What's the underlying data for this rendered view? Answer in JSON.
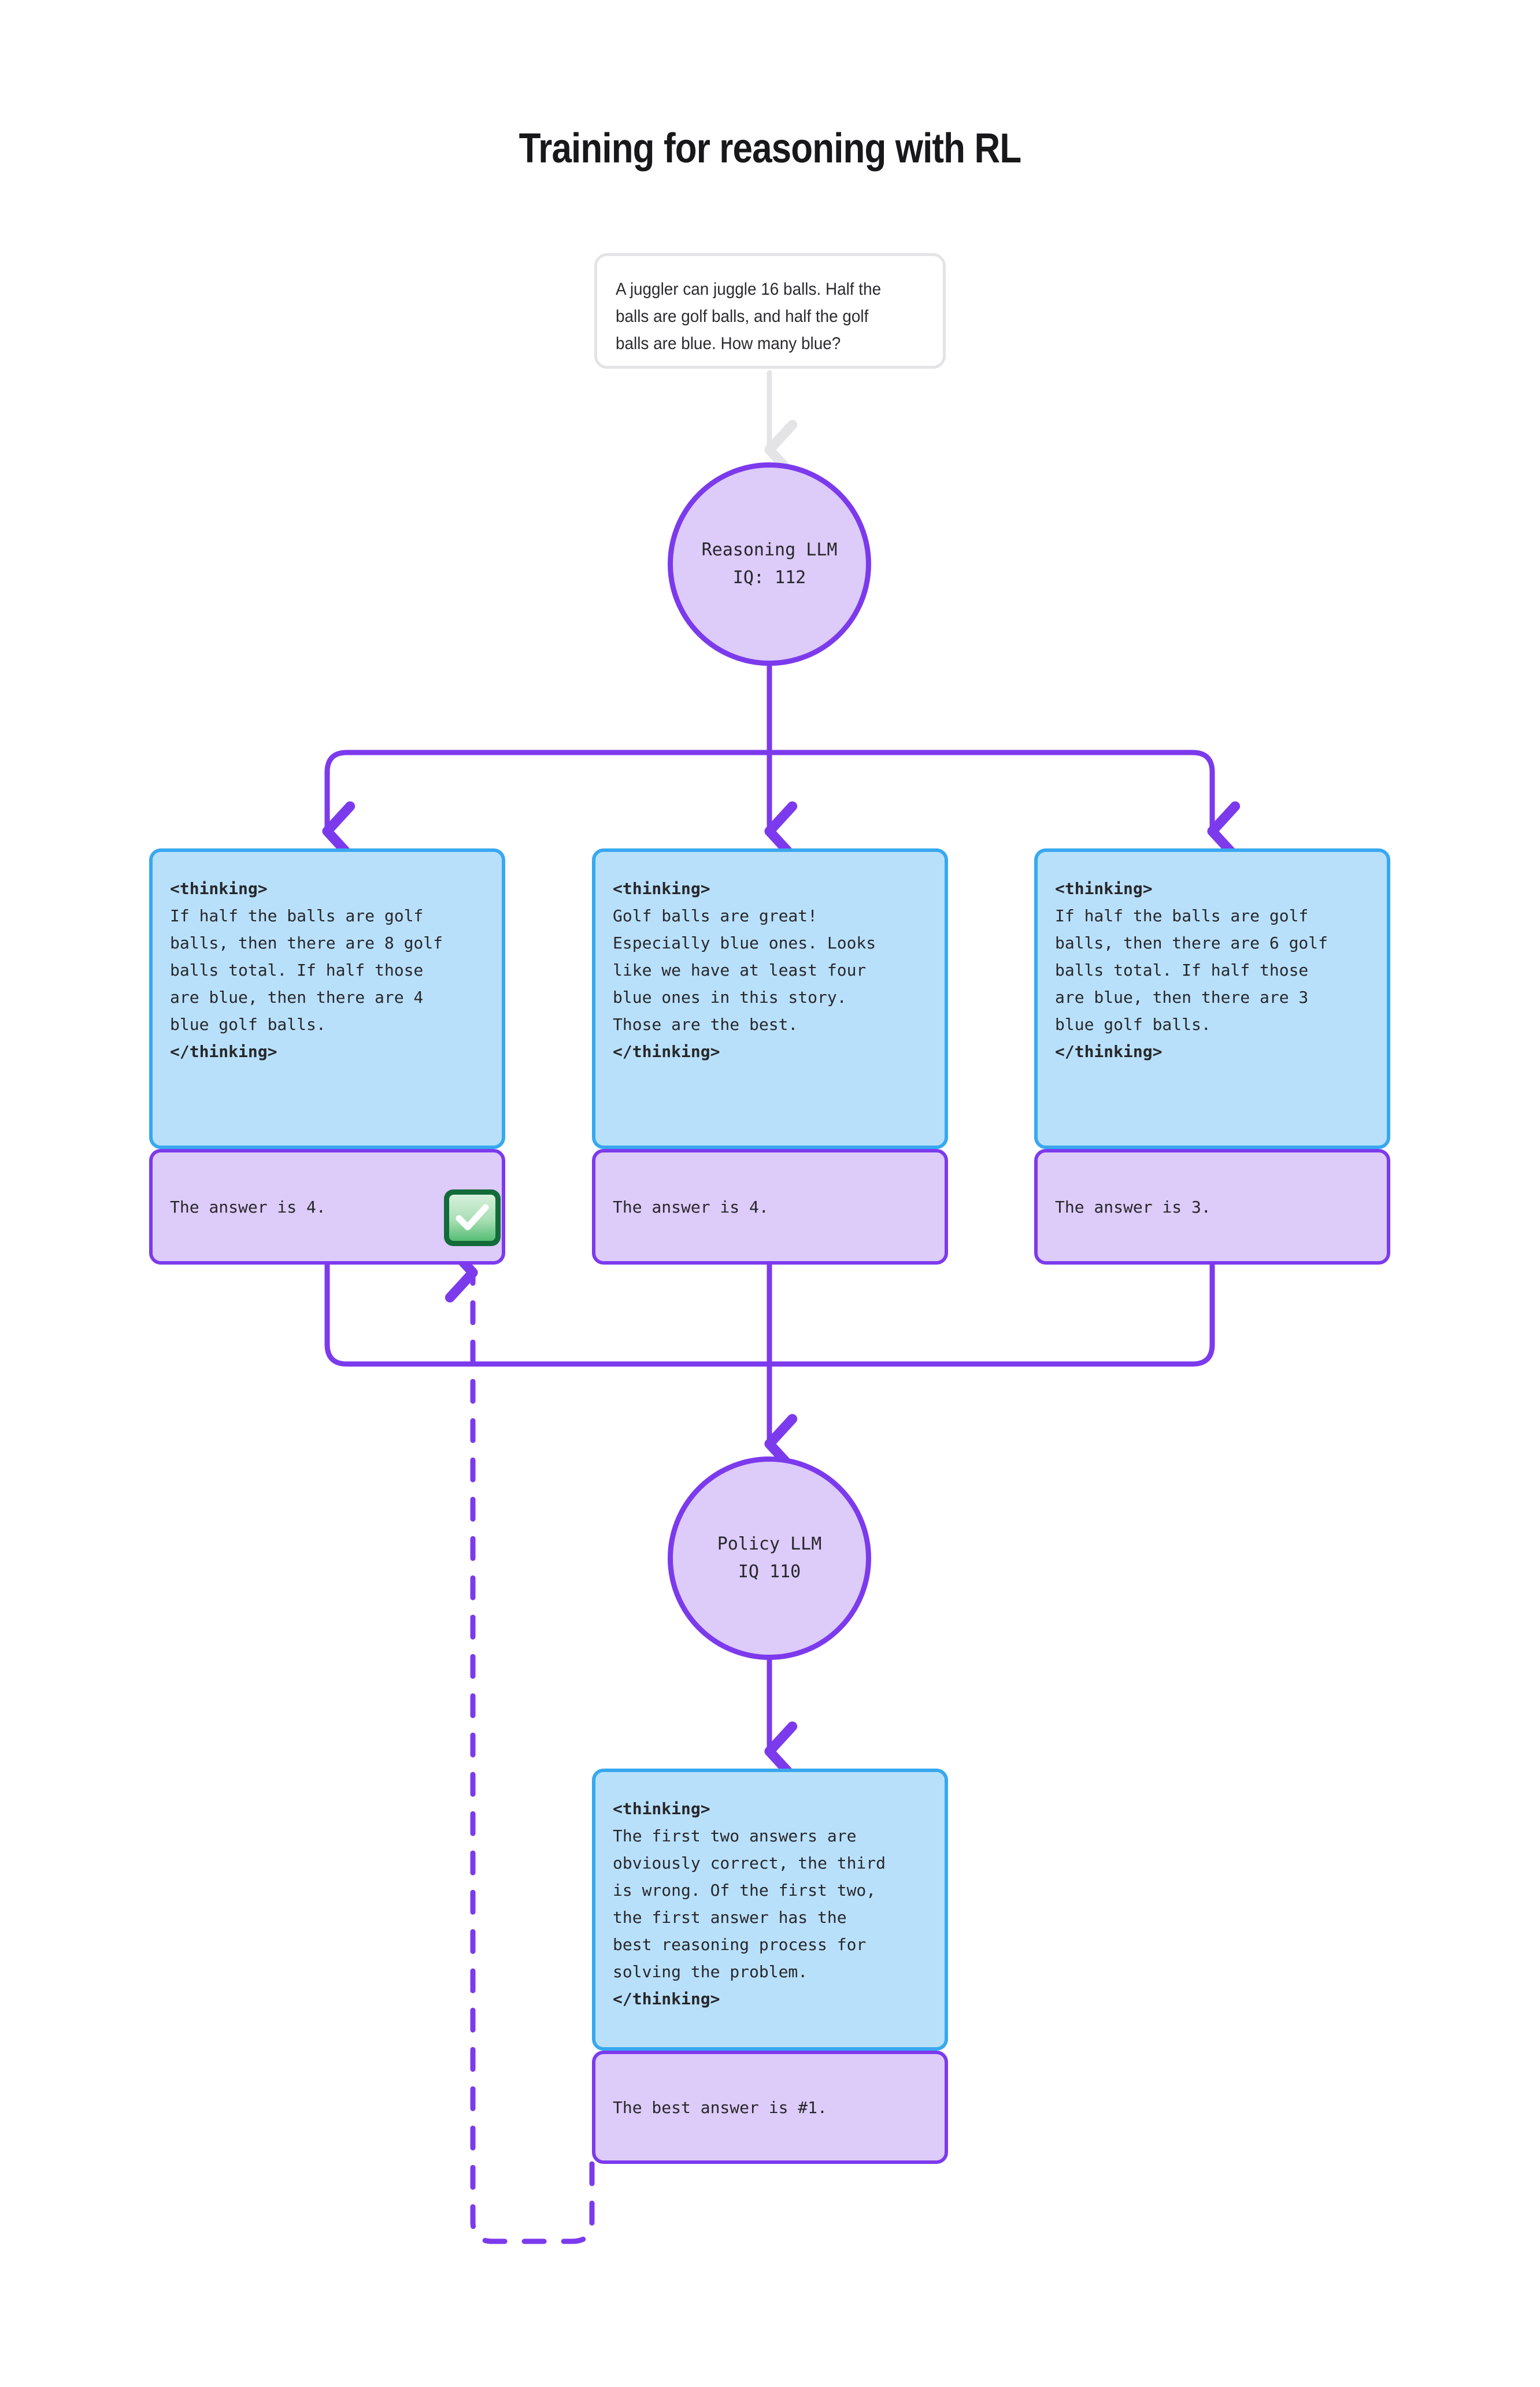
{
  "title": "Training for reasoning with RL",
  "prompt": {
    "name": "prompt-box",
    "text": "A juggler can juggle 16 balls. Half the balls are golf balls, and half the golf balls are blue. How many blue?"
  },
  "reasoning_llm": {
    "line1": "Reasoning LLM",
    "line2": "IQ: 112"
  },
  "policy_llm": {
    "line1": "Policy LLM",
    "line2": "IQ 110"
  },
  "branches": [
    {
      "id": 1,
      "thinking_open": "<thinking>",
      "thinking_body": "If half the balls are golf\nballs, then there are 8 golf\nballs total. If half those\nare blue, then there are 4\nblue golf balls.",
      "thinking_close": "</thinking>",
      "answer": "The answer is 4.",
      "selected": true
    },
    {
      "id": 2,
      "thinking_open": "<thinking>",
      "thinking_body": "Golf balls are great!\nEspecially blue ones. Looks\nlike we have at least four\nblue ones in this story.\nThose are the best.",
      "thinking_close": "</thinking>",
      "answer": "The answer is 4.",
      "selected": false
    },
    {
      "id": 3,
      "thinking_open": "<thinking>",
      "thinking_body": "If half the balls are golf\nballs, then there are 6 golf\nballs total. If half those\nare blue, then there are 3\nblue golf balls.",
      "thinking_close": "</thinking>",
      "answer": "The answer is 3.",
      "selected": false
    }
  ],
  "policy_output": {
    "thinking_open": "<thinking>",
    "thinking_body": "The first two answers are\nobviously correct, the third\nis wrong. Of the first two,\nthe first answer has the\nbest reasoning process for\nsolving the problem.",
    "thinking_close": "</thinking>",
    "answer": "The best answer is #1."
  },
  "badge": {
    "icon": "check-mark-button",
    "glyph": "check"
  },
  "colors": {
    "purple_stroke": "#7c3aed",
    "purple_fill": "#ddcbf9",
    "blue_stroke": "#38a8f0",
    "blue_fill": "#b9e0fb",
    "gray_arrow": "#e4e4e7",
    "green_badge": "#146b3a",
    "title_text": "#18181b"
  }
}
